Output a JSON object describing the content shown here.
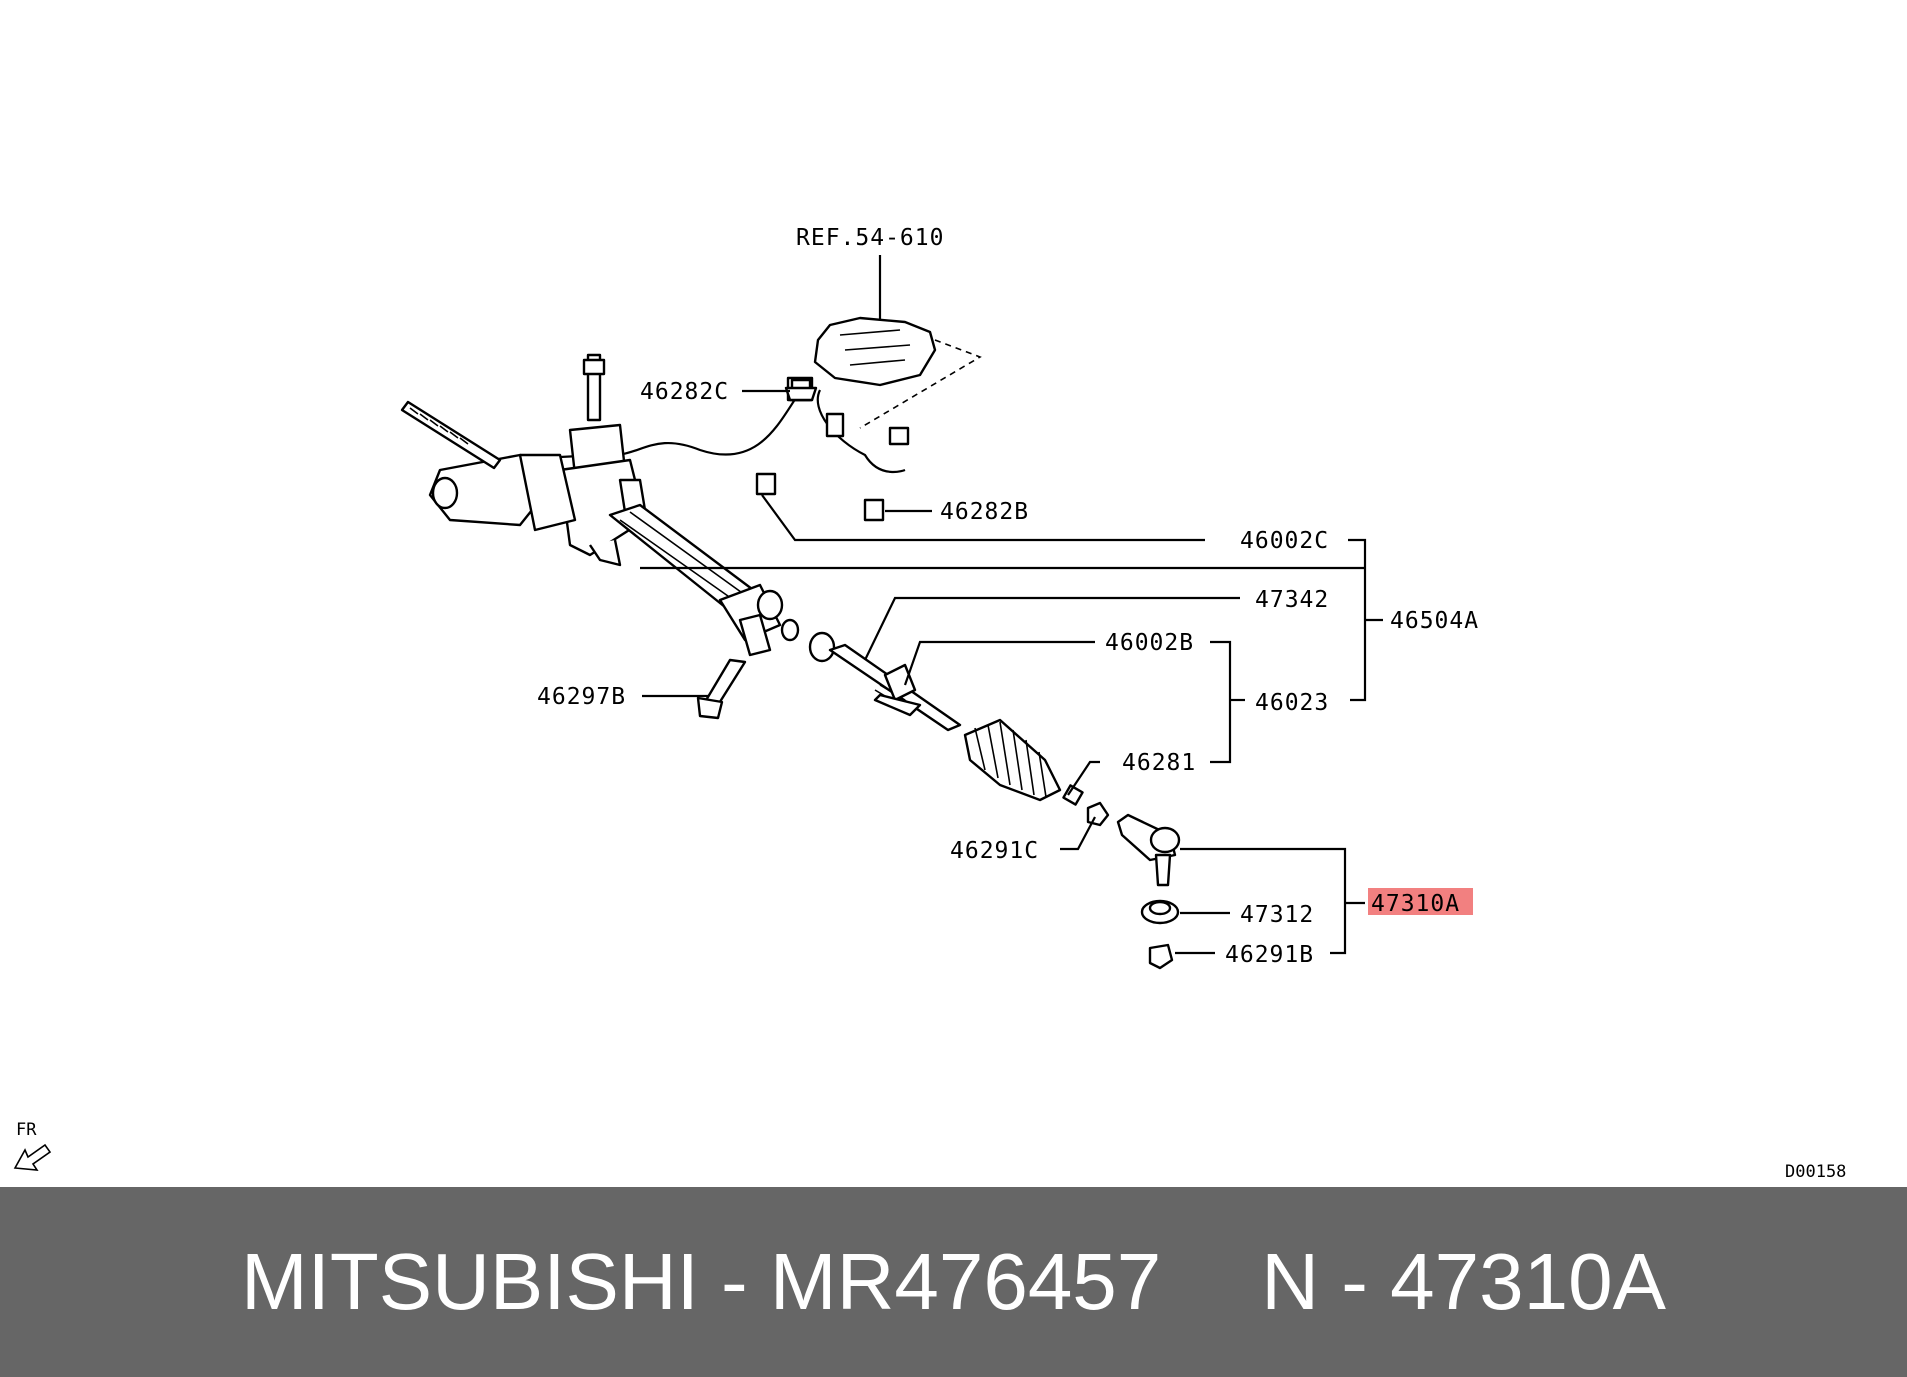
{
  "diagram": {
    "ref_label": "REF.54-610",
    "callouts": {
      "c46282C": "46282C",
      "c46282B": "46282B",
      "c46002C": "46002C",
      "c47342": "47342",
      "c46504A": "46504A",
      "c46002B": "46002B",
      "c46023": "46023",
      "c46297B": "46297B",
      "c46281": "46281",
      "c46291C": "46291C",
      "c47312": "47312",
      "c47310A": "47310A",
      "c46291B": "46291B"
    },
    "highlight_color": "#f28080",
    "fr_label": "FR",
    "diagram_code": "D00158"
  },
  "footer": {
    "left_text": "MITSUBISHI - MR476457",
    "right_text": "N - 47310A",
    "background": "#666666"
  }
}
